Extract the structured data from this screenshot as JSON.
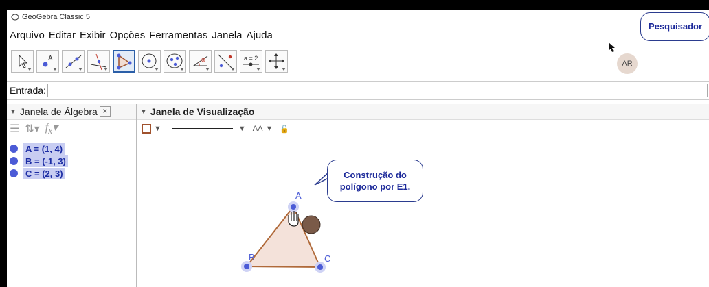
{
  "window": {
    "title": "GeoGebra Classic 5"
  },
  "menu": [
    "Arquivo",
    "Editar",
    "Exibir",
    "Opções",
    "Ferramentas",
    "Janela",
    "Ajuda"
  ],
  "toolbar": {
    "tools": [
      {
        "name": "move-tool",
        "active": false
      },
      {
        "name": "point-tool",
        "active": false
      },
      {
        "name": "line-tool",
        "active": false
      },
      {
        "name": "perpendicular-tool",
        "active": false
      },
      {
        "name": "polygon-tool",
        "active": true
      },
      {
        "name": "circle-tool",
        "active": false
      },
      {
        "name": "ellipse-tool",
        "active": false
      },
      {
        "name": "angle-tool",
        "active": false
      },
      {
        "name": "reflect-tool",
        "active": false
      },
      {
        "name": "slider-tool",
        "active": false
      },
      {
        "name": "move-view-tool",
        "active": false
      }
    ],
    "slider_label": "a = 2",
    "angle_label": "α"
  },
  "user": {
    "avatar_initials": "AR"
  },
  "callouts": {
    "researcher": "Pesquisador",
    "construction": "Construção do polígono por E1."
  },
  "input_bar": {
    "label": "Entrada:",
    "value": ""
  },
  "algebra": {
    "title": "Janela de Álgebra",
    "close_glyph": "×",
    "objects": [
      "A = (1, 4)",
      "B = (-1, 3)",
      "C = (2, 3)"
    ]
  },
  "graphics": {
    "title": "Janela de Visualização",
    "font_size_label": "AA",
    "points": [
      {
        "label": "A"
      },
      {
        "label": "B"
      },
      {
        "label": "C"
      }
    ],
    "polygon_color": "#b06a3a",
    "fill_color": "#f2dcd2",
    "point_color": "#4b5bd6"
  }
}
